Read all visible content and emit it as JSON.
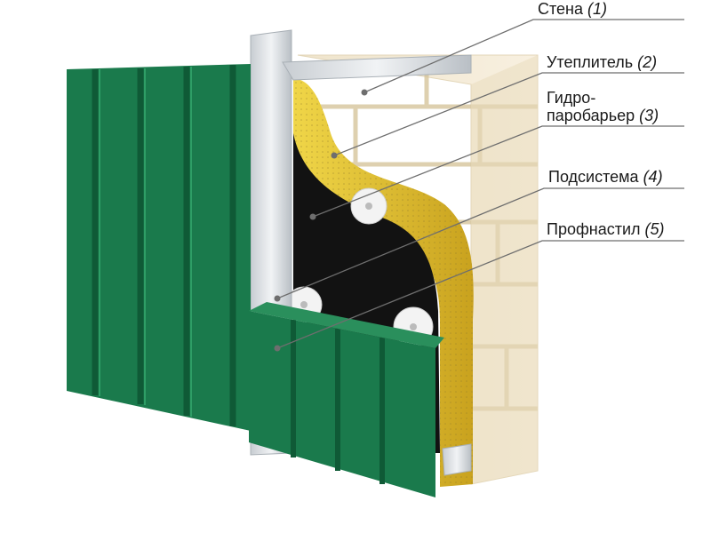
{
  "labels": [
    {
      "id": "wall",
      "text": "Стена ",
      "num": "(1)"
    },
    {
      "id": "insulation",
      "text": "Утеплитель ",
      "num": "(2)"
    },
    {
      "id": "barrier",
      "text_line1": "Гидро-",
      "text_line2": "паробарьер ",
      "num": "(3)"
    },
    {
      "id": "subsystem",
      "text": "Подсистема ",
      "num": "(4)"
    },
    {
      "id": "profnastil",
      "text": "Профнастил ",
      "num": "(5)"
    }
  ],
  "colors": {
    "profnastil": "#1a7a4c",
    "profnastil_dark": "#0f5a36",
    "profnastil_light": "#2b9a62",
    "insulation": "#e2c42c",
    "insulation_dark": "#b89a1a",
    "barrier": "#111111",
    "brick": "#f4ead6",
    "mortar": "#d8c9a6",
    "metal": "#dfe3e6",
    "leader": "#6e6e6e"
  }
}
